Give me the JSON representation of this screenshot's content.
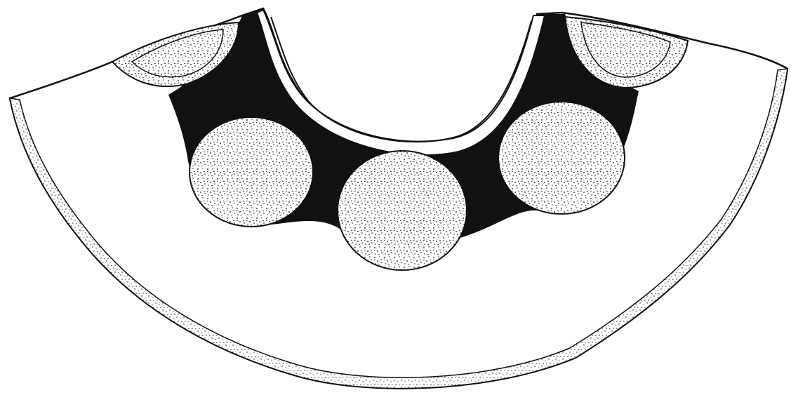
{
  "figure": {
    "colors": {
      "background": "#ffffff",
      "ink": "#111111",
      "stipple_fill": "#ffffff"
    },
    "regions": [
      {
        "name": "outer-cortex-band",
        "icon": "stippled-band"
      },
      {
        "name": "dark-tissue-mass",
        "icon": "solid-black-fill"
      },
      {
        "name": "central-groove",
        "icon": "u-shaped-channel"
      },
      {
        "name": "stippled-circle-left",
        "icon": "stippled-circle"
      },
      {
        "name": "stippled-circle-center",
        "icon": "stippled-circle"
      },
      {
        "name": "stippled-circle-right",
        "icon": "stippled-circle"
      },
      {
        "name": "partial-circle-top-left",
        "icon": "stippled-half-circle"
      },
      {
        "name": "partial-circle-top-right",
        "icon": "stippled-half-circle"
      }
    ]
  }
}
